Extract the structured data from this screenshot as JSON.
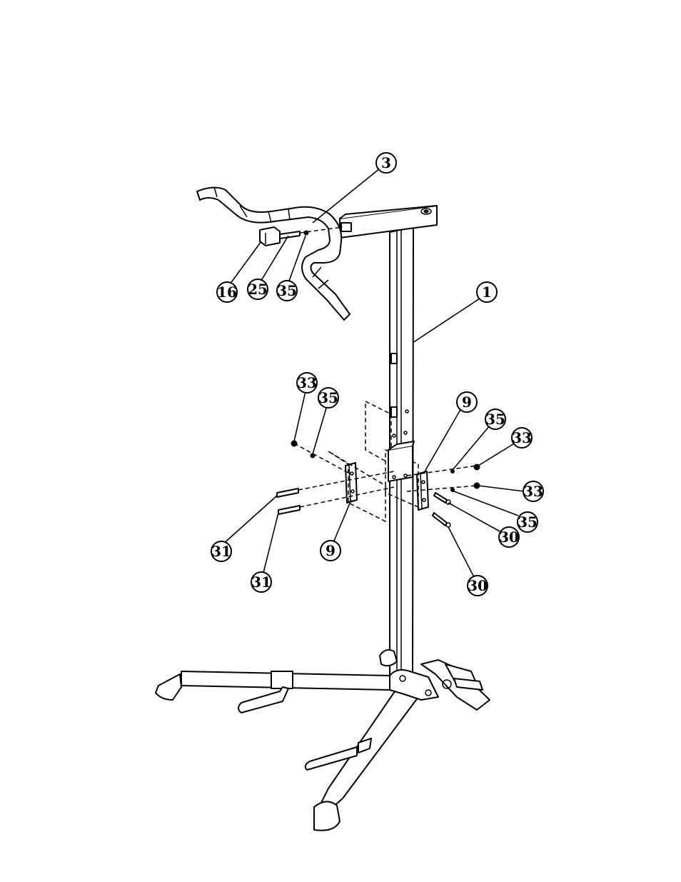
{
  "callouts": [
    {
      "id": "c-3",
      "label": "3"
    },
    {
      "id": "c-1",
      "label": "1"
    },
    {
      "id": "c-16",
      "label": "16"
    },
    {
      "id": "c-25",
      "label": "25"
    },
    {
      "id": "c-35a",
      "label": "35"
    },
    {
      "id": "c-33a",
      "label": "33"
    },
    {
      "id": "c-35b",
      "label": "35"
    },
    {
      "id": "c-9a",
      "label": "9"
    },
    {
      "id": "c-35c",
      "label": "35"
    },
    {
      "id": "c-33b",
      "label": "33"
    },
    {
      "id": "c-33c",
      "label": "33"
    },
    {
      "id": "c-35d",
      "label": "35"
    },
    {
      "id": "c-30a",
      "label": "30"
    },
    {
      "id": "c-31a",
      "label": "31"
    },
    {
      "id": "c-9b",
      "label": "9"
    },
    {
      "id": "c-31b",
      "label": "31"
    },
    {
      "id": "c-30b",
      "label": "30"
    }
  ]
}
